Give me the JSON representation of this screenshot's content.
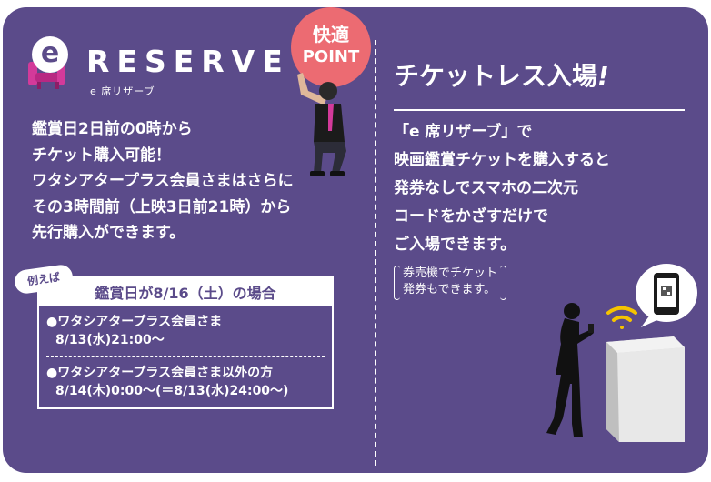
{
  "colors": {
    "panel": "#5b4b8a",
    "badge": "#ec6b72",
    "text": "#ffffff",
    "accent": "#f5c400"
  },
  "logo": {
    "mark": "e",
    "brand": "RESERVE",
    "sub": "e 席リザーブ"
  },
  "badge": {
    "line1": "快適",
    "line2": "POINT"
  },
  "left": {
    "lines": [
      "鑑賞日2日前の0時から",
      "チケット購入可能！",
      "ワタシアタープラス会員さまはさらに",
      "その3時間前（上映3日前21時）から",
      "先行購入ができます。"
    ]
  },
  "example": {
    "tag": "例えば",
    "title": "鑑賞日が8/16（土）の場合",
    "members_label": "●ワタシアタープラス会員さま",
    "members_time": "8/13(水)21:00～",
    "others_label": "●ワタシアタープラス会員さま以外の方",
    "others_time": "8/14(木)0:00～(＝8/13(水)24:00～)"
  },
  "right": {
    "title": "チケットレス入場",
    "title_mark": "!",
    "lines": [
      "「e 席リザーブ」で",
      "映画鑑賞チケットを購入すると",
      "発券なしでスマホの二次元",
      "コードをかざすだけで",
      "ご入場できます。"
    ],
    "note_lines": [
      "券売機でチケット",
      "発券もできます。"
    ]
  },
  "icons": [
    "seat-icon",
    "person-icon",
    "wifi-icon",
    "smartphone-qr-icon",
    "ticket-gate-icon"
  ]
}
